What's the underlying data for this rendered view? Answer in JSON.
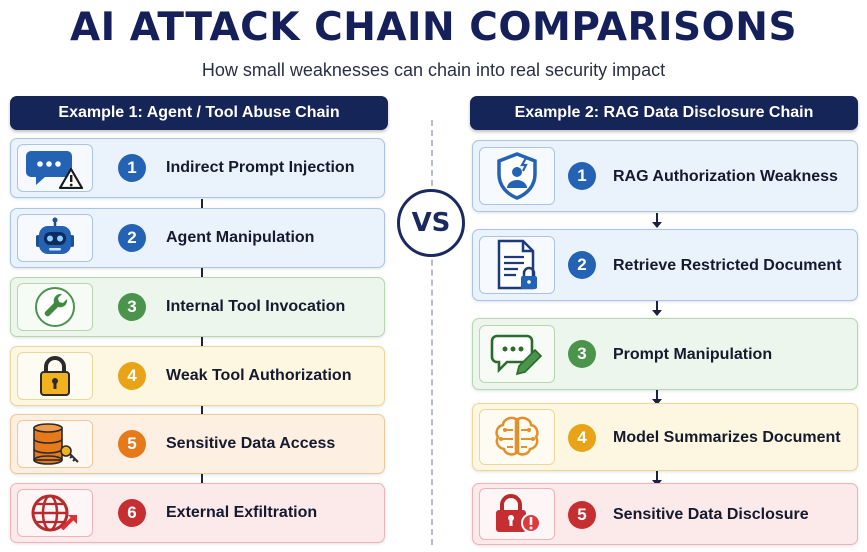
{
  "title": "AI ATTACK CHAIN COMPARISONS",
  "subtitle": "How small weaknesses can chain into real security impact",
  "vs": "VS",
  "left": {
    "header": "Example 1: Agent / Tool Abuse Chain",
    "steps": [
      {
        "number": "1",
        "label": "Indirect Prompt Injection",
        "icon": "chat-warning-icon",
        "color": "#2463b3"
      },
      {
        "number": "2",
        "label": "Agent Manipulation",
        "icon": "robot-icon",
        "color": "#2463b3"
      },
      {
        "number": "3",
        "label": "Internal Tool Invocation",
        "icon": "wrench-icon",
        "color": "#4b944c"
      },
      {
        "number": "4",
        "label": "Weak Tool Authorization",
        "icon": "padlock-icon",
        "color": "#e8a416"
      },
      {
        "number": "5",
        "label": "Sensitive Data Access",
        "icon": "database-key-icon",
        "color": "#e67a1a"
      },
      {
        "number": "6",
        "label": "External Exfiltration",
        "icon": "globe-arrow-icon",
        "color": "#c62f31"
      }
    ]
  },
  "right": {
    "header": "Example 2: RAG Data Disclosure Chain",
    "steps": [
      {
        "number": "1",
        "label": "RAG Authorization Weakness",
        "icon": "shield-user-icon",
        "color": "#2463b3"
      },
      {
        "number": "2",
        "label": "Retrieve Restricted Document",
        "icon": "document-lock-icon",
        "color": "#2463b3"
      },
      {
        "number": "3",
        "label": "Prompt Manipulation",
        "icon": "chat-pencil-icon",
        "color": "#4b944c"
      },
      {
        "number": "4",
        "label": "Model Summarizes Document",
        "icon": "brain-circuit-icon",
        "color": "#e8a416"
      },
      {
        "number": "5",
        "label": "Sensitive Data Disclosure",
        "icon": "padlock-alert-icon",
        "color": "#c62f31"
      }
    ]
  }
}
